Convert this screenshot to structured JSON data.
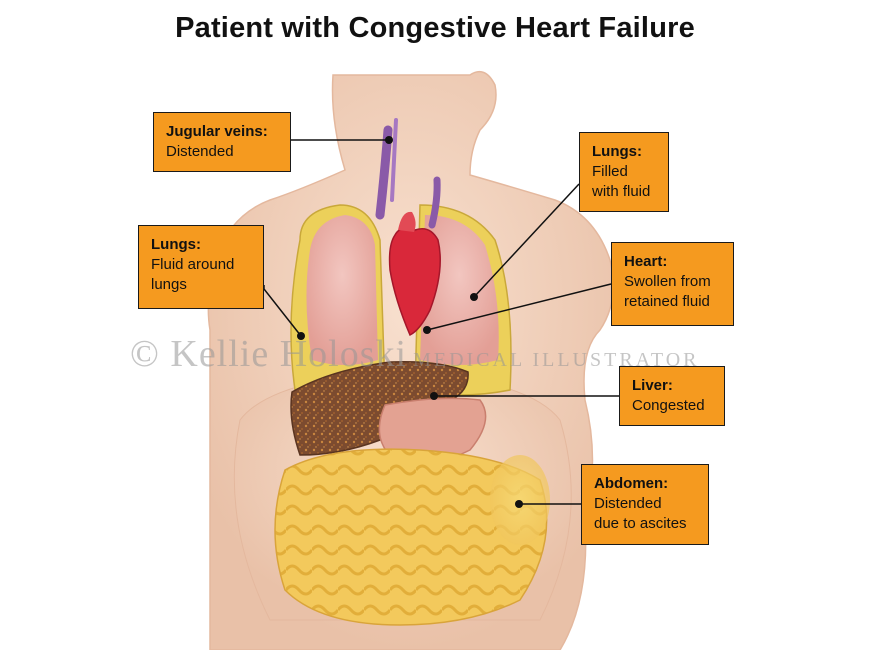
{
  "title": "Patient with Congestive Heart Failure",
  "watermark": {
    "main": "© Kellie Holoski",
    "sub": "MEDICAL ILLUSTRATOR"
  },
  "callouts": [
    {
      "id": "jugular",
      "head": "Jugular veins:",
      "body": "Distended"
    },
    {
      "id": "lungs-right",
      "head": "Lungs:",
      "body": "Filled\nwith fluid"
    },
    {
      "id": "lungs-left",
      "head": "Lungs:",
      "body": "Fluid around\nlungs"
    },
    {
      "id": "heart",
      "head": "Heart:",
      "body": "Swollen from\nretained fluid"
    },
    {
      "id": "liver",
      "head": "Liver:",
      "body": "Congested"
    },
    {
      "id": "abdomen",
      "head": "Abdomen:",
      "body": "Distended\ndue to ascites"
    }
  ],
  "colors": {
    "callout_fill": "#f59a1f",
    "skin": "#f2d2bd",
    "lung": "#e8a8a0",
    "pleural_fluid": "#ecd05a",
    "heart": "#d9283a",
    "veins": "#8a5aa8",
    "liver": "#7a4a2e",
    "stomach": "#e3a292",
    "intestines": "#f0c760"
  }
}
